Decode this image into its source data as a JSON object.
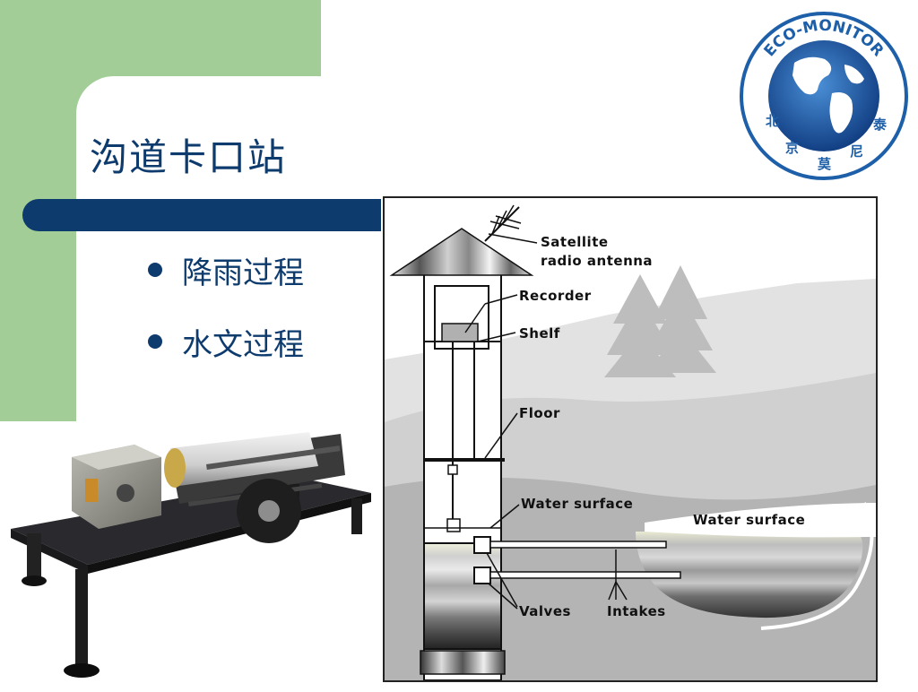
{
  "slide": {
    "title": "沟道卡口站",
    "bullets": [
      "降雨过程",
      "水文过程"
    ]
  },
  "logo": {
    "ring_text": "ECO-MONITOR",
    "cn_chars": [
      "北",
      "京",
      "莫",
      "尼",
      "泰"
    ],
    "color": "#1d5fa8"
  },
  "diagram": {
    "labels": {
      "antenna_line1": "Satellite",
      "antenna_line2": "radio antenna",
      "recorder": "Recorder",
      "shelf": "Shelf",
      "floor": "Floor",
      "water_surface_well": "Water surface",
      "water_surface_stream": "Water surface",
      "valves": "Valves",
      "intakes": "Intakes"
    }
  },
  "colors": {
    "green": "#a3cd97",
    "navy": "#0e3b6e"
  }
}
